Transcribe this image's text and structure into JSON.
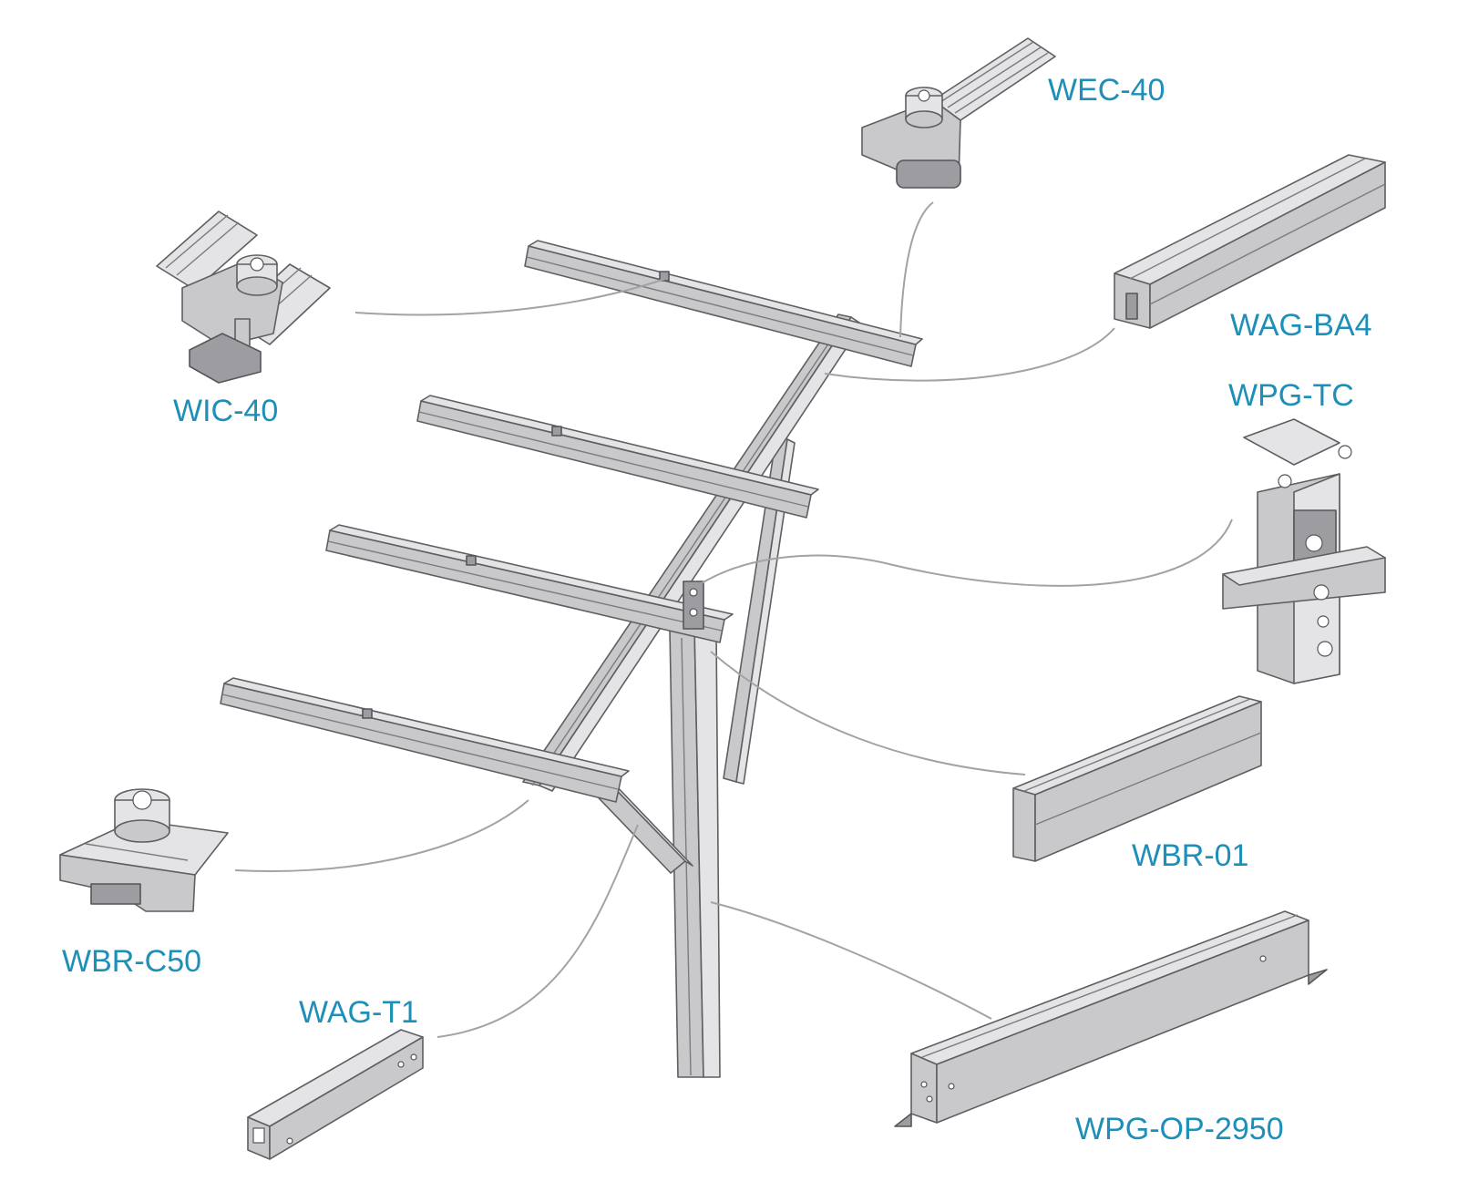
{
  "diagram": {
    "assembly": "solar-mount-pole",
    "colors": {
      "label": "#1e8fb8",
      "leader_line": "#a3a3a3",
      "metal_fill": "#c9c9cb",
      "metal_edge": "#5f5f63"
    },
    "parts": [
      {
        "id": "wec40",
        "label": "WEC-40",
        "kind": "end-clamp"
      },
      {
        "id": "wic40",
        "label": "WIC-40",
        "kind": "inter-clamp"
      },
      {
        "id": "wagba4",
        "label": "WAG-BA4",
        "kind": "rail"
      },
      {
        "id": "wpgtc",
        "label": "WPG-TC",
        "kind": "top-connector"
      },
      {
        "id": "wbr01",
        "label": "WBR-01",
        "kind": "rail"
      },
      {
        "id": "wbrc50",
        "label": "WBR-C50",
        "kind": "clamp"
      },
      {
        "id": "wagt1",
        "label": "WAG-T1",
        "kind": "tube"
      },
      {
        "id": "wpgop2950",
        "label": "WPG-OP-2950",
        "kind": "omega-post"
      }
    ]
  }
}
